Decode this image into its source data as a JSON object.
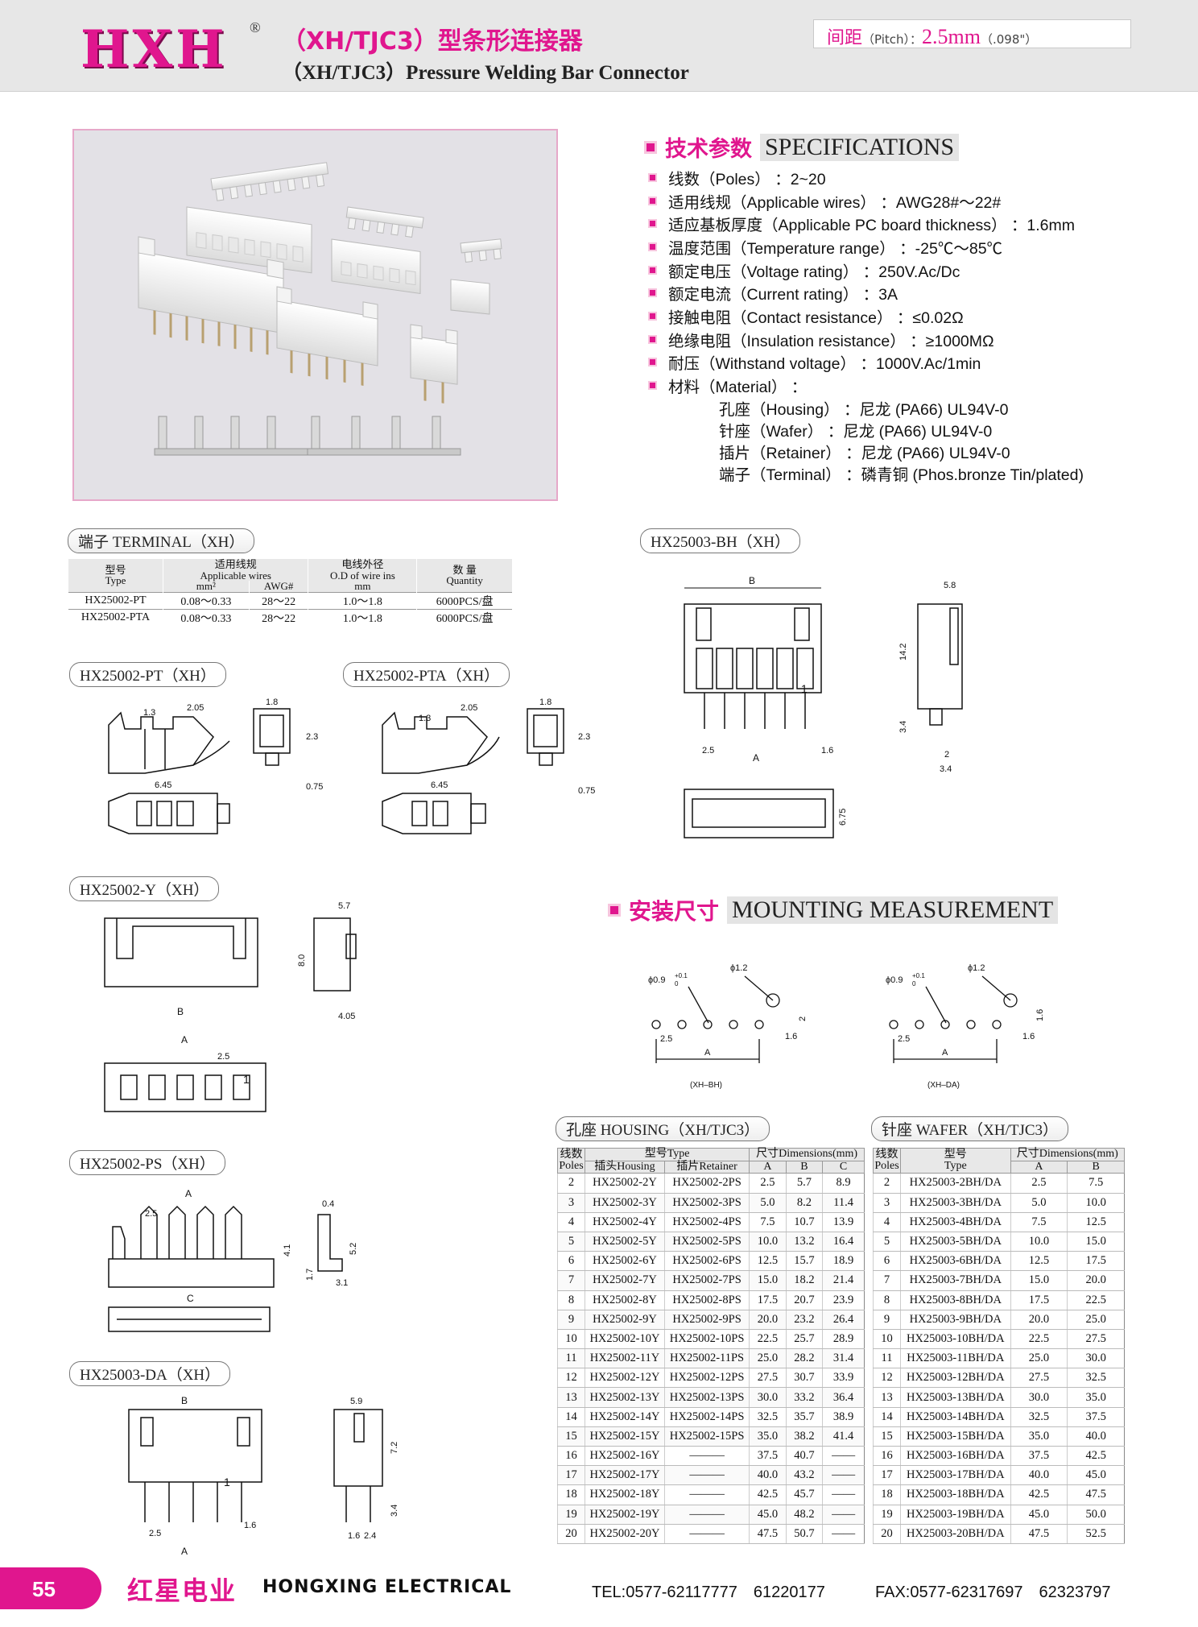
{
  "header": {
    "logo": "HXH",
    "registered": "®",
    "title_cn": "（XH/TJC3）型条形连接器",
    "title_en": "（XH/TJC3）Pressure Welding Bar Connector",
    "pitch_cn": "间距",
    "pitch_sub": "（Pitch）：",
    "pitch_value": "2.5mm",
    "pitch_inch": "（.098\"）"
  },
  "specifications": {
    "title_cn": "技术参数",
    "title_en": "SPECIFICATIONS",
    "items": [
      "线数（Poles） ：2~20",
      "适用线规（Applicable wires） ：AWG28#～22#",
      "适应基板厚度（Applicable PC board thickness） ：1.6mm",
      "温度范围（Temperature range） ：-25℃～85℃",
      "额定电压（Voltage rating） ：250V.Ac/Dc",
      "额定电流（Current rating） ：3A",
      "接触电阻（Contact resistance） ：≤0.02Ω",
      "绝缘电阻（Insulation resistance） ：≥1000MΩ",
      "耐压（Withstand voltage） ：1000V.Ac/1min",
      "材料（Material） ："
    ],
    "materials": [
      "孔座（Housing） ：尼龙 (PA66) UL94V-0",
      "针座（Wafer） ：尼龙 (PA66) UL94V-0",
      "插片（Retainer） ：尼龙 (PA66) UL94V-0",
      "端子（Terminal） ：磷青铜 (Phos.bronze Tin/plated)"
    ]
  },
  "terminal": {
    "label": "端子 TERMINAL（XH）",
    "headers": {
      "type_cn": "型号",
      "type_en": "Type",
      "wires_cn": "适用线规",
      "wires_en": "Applicable wires",
      "od_cn": "电线外径",
      "od_en": "O.D of wire ins",
      "qty_cn": "数 量",
      "qty_en": "Quantity",
      "mm2": "mm²",
      "awg": "AWG#",
      "mm": "mm"
    },
    "rows": [
      [
        "HX25002-PT",
        "0.08～0.33",
        "28～22",
        "1.0～1.8",
        "6000PCS/盘"
      ],
      [
        "HX25002-PTA",
        "0.08～0.33",
        "28～22",
        "1.0～1.8",
        "6000PCS/盘"
      ]
    ]
  },
  "labels": {
    "pt": "HX25002-PT（XH）",
    "pta": "HX25002-PTA（XH）",
    "y": "HX25002-Y（XH）",
    "ps": "HX25002-PS（XH）",
    "da": "HX25003-DA（XH）",
    "bh": "HX25003-BH（XH）"
  },
  "dims": {
    "d13": "1.3",
    "d205": "2.05",
    "d18": "1.8",
    "d23": "2.3",
    "d645": "6.45",
    "d075": "0.75",
    "d57": "5.7",
    "d80": "8.0",
    "d405": "4.05",
    "dB": "B",
    "dA": "A",
    "dC": "C",
    "d25": "2.5",
    "d1": "1",
    "d04": "0.4",
    "d41": "4.1",
    "d52": "5.2",
    "d17": "1.7",
    "d31": "3.1",
    "d59": "5.9",
    "d72": "7.2",
    "d34": "3.4",
    "d16": "1.6",
    "d24": "2.4",
    "d58": "5.8",
    "d142": "14.2",
    "d2": "2",
    "d675": "6.75",
    "phi09": "ϕ0.9",
    "phi_tol": "+0.1",
    "phi_tol0": "0",
    "phi12": "ϕ1.2"
  },
  "mounting": {
    "title_cn": "安装尺寸",
    "title_en": "MOUNTING MEASUREMENT",
    "bh_caption": "(XH–BH)",
    "da_caption": "(XH–DA)"
  },
  "housing": {
    "label": "孔座 HOUSING（XH/TJC3）",
    "headers": {
      "poles_cn": "线数",
      "poles_en": "Poles",
      "type": "型号Type",
      "housing": "插头Housing",
      "retainer": "插片Retainer",
      "dims": "尺寸Dimensions(mm)",
      "a": "A",
      "b": "B",
      "c": "C"
    },
    "rows": [
      [
        "2",
        "HX25002-2Y",
        "HX25002-2PS",
        "2.5",
        "5.7",
        "8.9"
      ],
      [
        "3",
        "HX25002-3Y",
        "HX25002-3PS",
        "5.0",
        "8.2",
        "11.4"
      ],
      [
        "4",
        "HX25002-4Y",
        "HX25002-4PS",
        "7.5",
        "10.7",
        "13.9"
      ],
      [
        "5",
        "HX25002-5Y",
        "HX25002-5PS",
        "10.0",
        "13.2",
        "16.4"
      ],
      [
        "6",
        "HX25002-6Y",
        "HX25002-6PS",
        "12.5",
        "15.7",
        "18.9"
      ],
      [
        "7",
        "HX25002-7Y",
        "HX25002-7PS",
        "15.0",
        "18.2",
        "21.4"
      ],
      [
        "8",
        "HX25002-8Y",
        "HX25002-8PS",
        "17.5",
        "20.7",
        "23.9"
      ],
      [
        "9",
        "HX25002-9Y",
        "HX25002-9PS",
        "20.0",
        "23.2",
        "26.4"
      ],
      [
        "10",
        "HX25002-10Y",
        "HX25002-10PS",
        "22.5",
        "25.7",
        "28.9"
      ],
      [
        "11",
        "HX25002-11Y",
        "HX25002-11PS",
        "25.0",
        "28.2",
        "31.4"
      ],
      [
        "12",
        "HX25002-12Y",
        "HX25002-12PS",
        "27.5",
        "30.7",
        "33.9"
      ],
      [
        "13",
        "HX25002-13Y",
        "HX25002-13PS",
        "30.0",
        "33.2",
        "36.4"
      ],
      [
        "14",
        "HX25002-14Y",
        "HX25002-14PS",
        "32.5",
        "35.7",
        "38.9"
      ],
      [
        "15",
        "HX25002-15Y",
        "HX25002-15PS",
        "35.0",
        "38.2",
        "41.4"
      ],
      [
        "16",
        "HX25002-16Y",
        "———",
        "37.5",
        "40.7",
        "——"
      ],
      [
        "17",
        "HX25002-17Y",
        "———",
        "40.0",
        "43.2",
        "——"
      ],
      [
        "18",
        "HX25002-18Y",
        "———",
        "42.5",
        "45.7",
        "——"
      ],
      [
        "19",
        "HX25002-19Y",
        "———",
        "45.0",
        "48.2",
        "——"
      ],
      [
        "20",
        "HX25002-20Y",
        "———",
        "47.5",
        "50.7",
        "——"
      ]
    ]
  },
  "wafer": {
    "label": "针座 WAFER（XH/TJC3）",
    "headers": {
      "poles_cn": "线数",
      "poles_en": "Poles",
      "type_cn": "型号",
      "type_en": "Type",
      "dims": "尺寸Dimensions(mm)",
      "a": "A",
      "b": "B"
    },
    "rows": [
      [
        "2",
        "HX25003-2BH/DA",
        "2.5",
        "7.5"
      ],
      [
        "3",
        "HX25003-3BH/DA",
        "5.0",
        "10.0"
      ],
      [
        "4",
        "HX25003-4BH/DA",
        "7.5",
        "12.5"
      ],
      [
        "5",
        "HX25003-5BH/DA",
        "10.0",
        "15.0"
      ],
      [
        "6",
        "HX25003-6BH/DA",
        "12.5",
        "17.5"
      ],
      [
        "7",
        "HX25003-7BH/DA",
        "15.0",
        "20.0"
      ],
      [
        "8",
        "HX25003-8BH/DA",
        "17.5",
        "22.5"
      ],
      [
        "9",
        "HX25003-9BH/DA",
        "20.0",
        "25.0"
      ],
      [
        "10",
        "HX25003-10BH/DA",
        "22.5",
        "27.5"
      ],
      [
        "11",
        "HX25003-11BH/DA",
        "25.0",
        "30.0"
      ],
      [
        "12",
        "HX25003-12BH/DA",
        "27.5",
        "32.5"
      ],
      [
        "13",
        "HX25003-13BH/DA",
        "30.0",
        "35.0"
      ],
      [
        "14",
        "HX25003-14BH/DA",
        "32.5",
        "37.5"
      ],
      [
        "15",
        "HX25003-15BH/DA",
        "35.0",
        "40.0"
      ],
      [
        "16",
        "HX25003-16BH/DA",
        "37.5",
        "42.5"
      ],
      [
        "17",
        "HX25003-17BH/DA",
        "40.0",
        "45.0"
      ],
      [
        "18",
        "HX25003-18BH/DA",
        "42.5",
        "47.5"
      ],
      [
        "19",
        "HX25003-19BH/DA",
        "45.0",
        "50.0"
      ],
      [
        "20",
        "HX25003-20BH/DA",
        "47.5",
        "52.5"
      ]
    ]
  },
  "footer": {
    "page": "55",
    "company_cn": "红星电业",
    "company_en": "HONGXING ELECTRICAL",
    "tel": "TEL:0577-62117777　61220177",
    "fax": "FAX:0577-62317697　62323797"
  },
  "colors": {
    "accent": "#e0168e",
    "header_bg": "#e7e7e7",
    "photo_bg": "#e3e1e6"
  }
}
